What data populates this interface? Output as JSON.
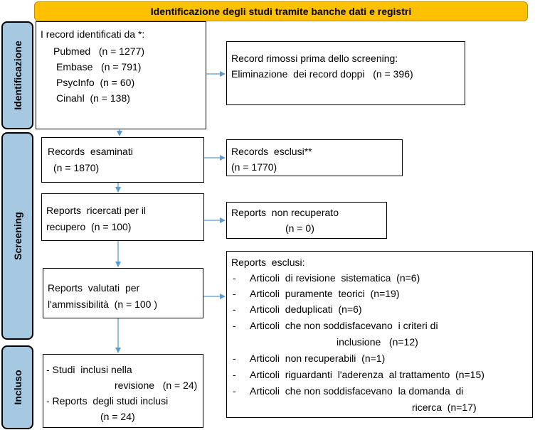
{
  "header": "Identificazione  degli studi tramite banche dati e registri",
  "phases": {
    "identificazione": "Identificazione",
    "screening": "Screening",
    "incluso": "Incluso"
  },
  "identified": {
    "title": "I record identificati da *:",
    "sources": [
      "Pubmed   (n = 1277)",
      "Embase   (n = 791)",
      "PsycInfo  (n = 60)",
      "Cinahl  (n = 138)"
    ]
  },
  "removed": {
    "line1": "Record rimossi prima dello screening:",
    "line2": "Eliminazione  dei record doppi   (n = 396)"
  },
  "screened": {
    "line1": "Records  esaminati",
    "line2": "(n = 1870)"
  },
  "excluded": {
    "line1": "Records  esclusi**",
    "line2": "(n = 1770)"
  },
  "sought": {
    "line1": "Reports  ricercati per il",
    "line2": "recupero  (n = 100)"
  },
  "not_retrieved": {
    "line1": "Reports  non recuperato",
    "line2": "(n = 0)"
  },
  "assessed": {
    "line1": "Reports  valutati  per",
    "line2": "l'ammissibilità  (n = 100 )"
  },
  "reports_excluded": {
    "title": "Reports  esclusi:",
    "items": [
      [
        "-",
        "Articoli  di revisione  sistematica  (n=6)"
      ],
      [
        "-",
        "Articoli  puramente  teorici  (n=19)"
      ],
      [
        "-",
        "Articoli  deduplicati  (n=6)"
      ],
      [
        "-",
        "Articoli  che non soddisfacevano  i criteri di"
      ],
      [
        "",
        "inclusione   (n=12)"
      ],
      [
        "-",
        "Articoli  non recuperabili  (n=1)"
      ],
      [
        "-",
        "Articoli  riguardanti  l'aderenza  al trattamento  (n=15)"
      ],
      [
        "-",
        "Articoli  che non soddisfacevano  la domanda  di"
      ],
      [
        "",
        "ricerca  (n=17)"
      ]
    ]
  },
  "included": {
    "lines": [
      "- Studi  inclusi nella",
      "revisione   (n = 24)",
      "- Reports  degli studi inclusi",
      "(n = 24)"
    ]
  },
  "colors": {
    "header_fill": "#FFC000",
    "phase_fill": "#A6C8E0",
    "arrow": "#5B9BD5"
  }
}
